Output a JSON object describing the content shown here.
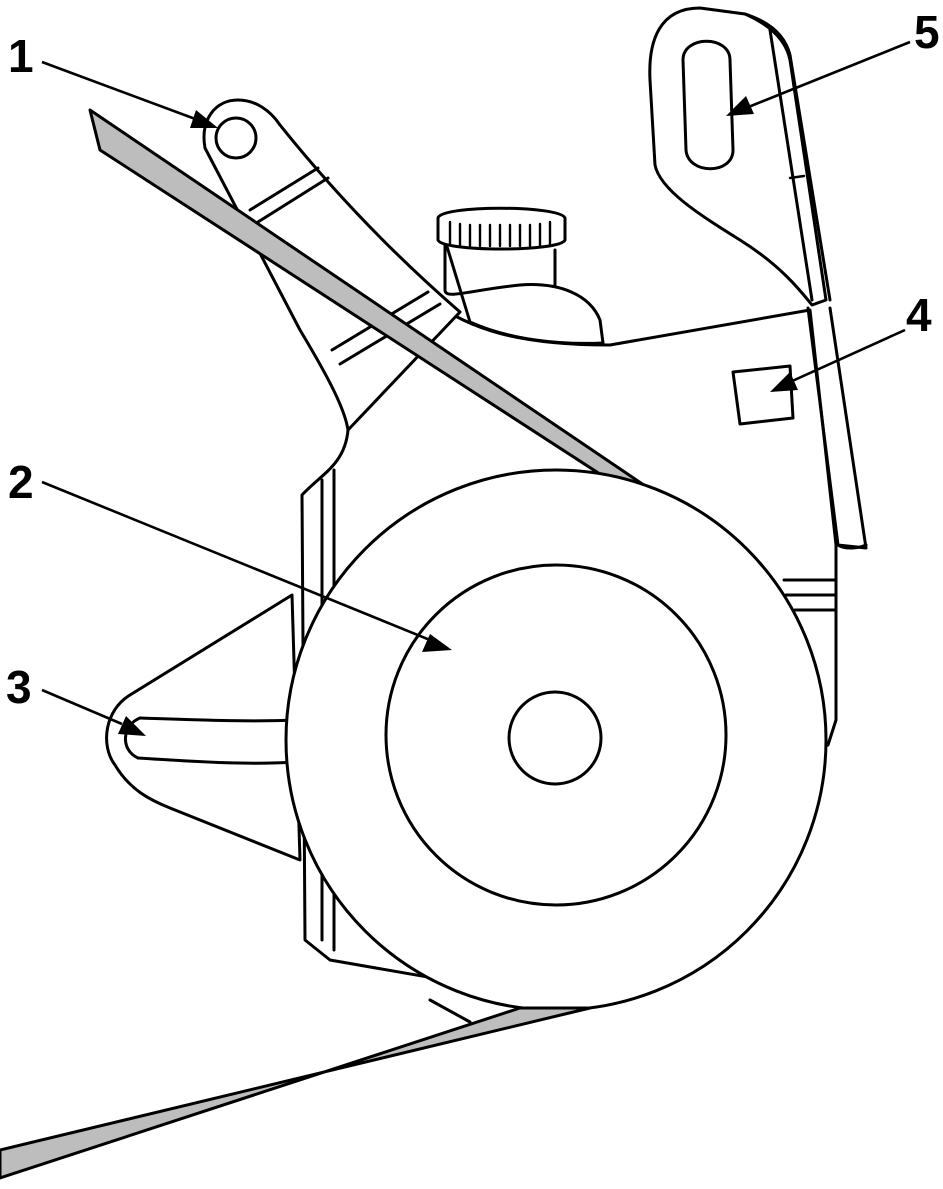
{
  "callouts": [
    {
      "number": "1"
    },
    {
      "number": "2"
    },
    {
      "number": "3"
    },
    {
      "number": "4"
    },
    {
      "number": "5"
    }
  ]
}
